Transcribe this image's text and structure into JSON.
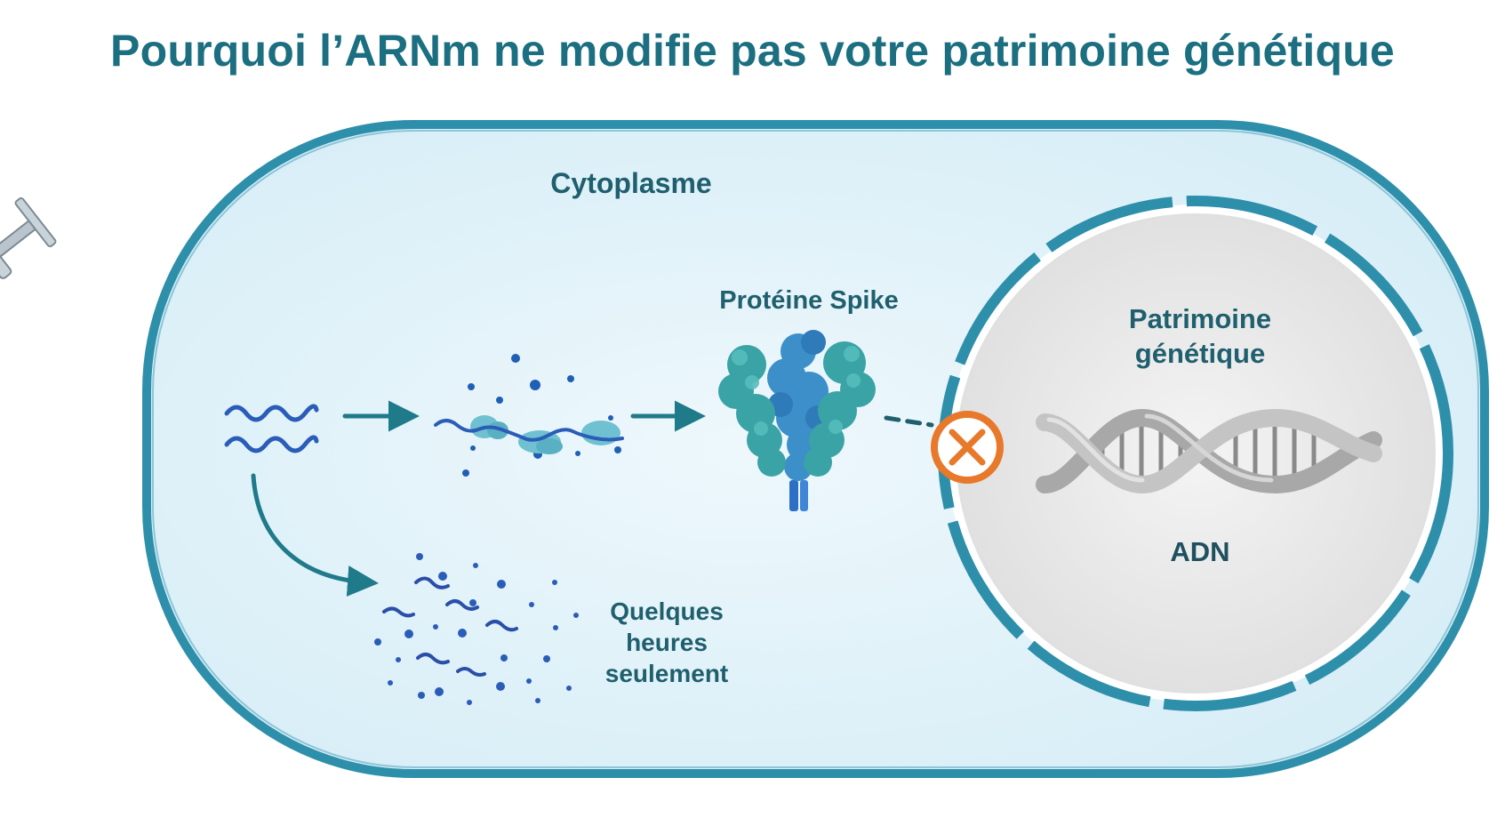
{
  "title": "Pourquoi l’ARNm ne modifie pas votre patrimoine génétique",
  "labels": {
    "cytoplasme": "Cytoplasme",
    "spike": "Protéine Spike",
    "patrimoine_line1": "Patrimoine",
    "patrimoine_line2": "génétique",
    "adn": "ADN",
    "heures_line1": "Quelques",
    "heures_line2": "heures",
    "heures_line3": "seulement"
  },
  "colors": {
    "title": "#1b6f80",
    "cell_fill": "#dff1f9",
    "membrane": "#2e8fab",
    "nucleus_fill": "#ececec",
    "mrna": "#2a5db8",
    "arrow": "#1f7a8a",
    "block_symbol": "#e8782a",
    "dna": "#b8b8b8"
  },
  "icons": [
    "syringe-icon",
    "mrna-strand-icon",
    "ribosome-icon",
    "spike-protein-icon",
    "block-x-icon",
    "dna-helix-icon",
    "degraded-mrna-icon"
  ]
}
